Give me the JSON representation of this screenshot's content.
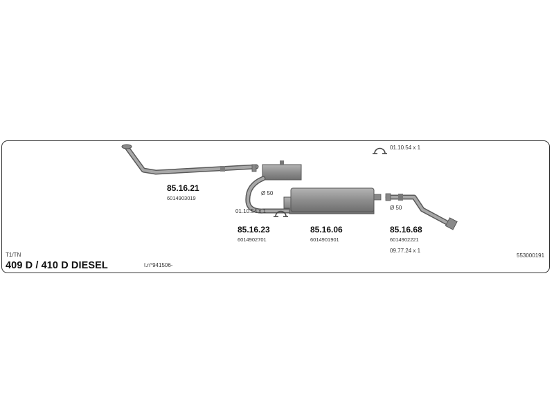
{
  "diagram": {
    "model_code": "T1/TN",
    "model_name": "409 D / 410 D DIESEL",
    "serial_note": "t.n°941506-",
    "catalog_number": "553000191",
    "parts": [
      {
        "part_no": "85.16.21",
        "oem_no": "6014903019",
        "icon": "front-pipe-icon"
      },
      {
        "part_no": "85.16.23",
        "oem_no": "6014902701",
        "icon": "middle-silencer-icon"
      },
      {
        "part_no": "85.16.06",
        "oem_no": "6014901901",
        "icon": "rear-silencer-icon"
      },
      {
        "part_no": "85.16.68",
        "oem_no": "6014902221",
        "icon": "tail-pipe-icon"
      }
    ],
    "accessories": {
      "clamp_top": "01.10.54 x 1",
      "clamp_left": "01.10.54 x 1",
      "kit_rear": "09.77.24 x 1"
    },
    "diameters": {
      "left": "Ø 50",
      "right": "Ø 50"
    },
    "colors": {
      "pipe_fill": "#9a9a9a",
      "pipe_stroke": "#555555",
      "frame": "#333333"
    }
  }
}
